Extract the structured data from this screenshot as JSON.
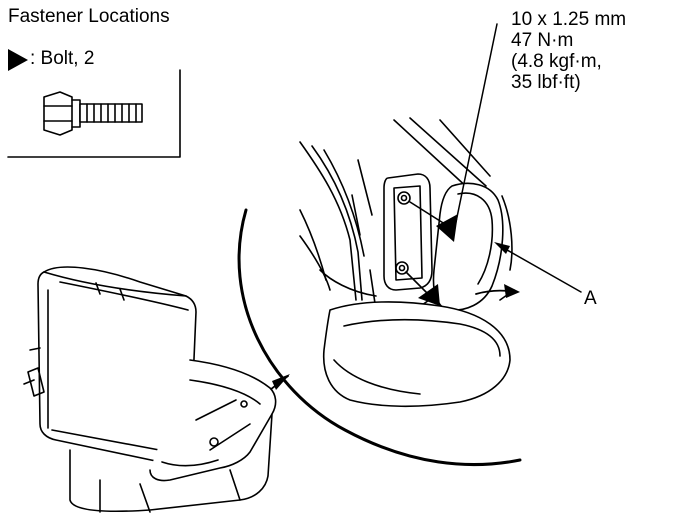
{
  "legend": {
    "title": "Fastener Locations",
    "bolt_label": ": Bolt, 2",
    "marker_icon": "triangle-marker-icon"
  },
  "spec": {
    "size": "10 x 1.25 mm",
    "torque_nm": "47 N·m",
    "torque_kgfm": "(4.8 kgf·m,",
    "torque_lbfft": "35 lbf·ft)"
  },
  "callouts": {
    "part_a": "A"
  },
  "colors": {
    "line": "#000000",
    "background": "#ffffff"
  }
}
